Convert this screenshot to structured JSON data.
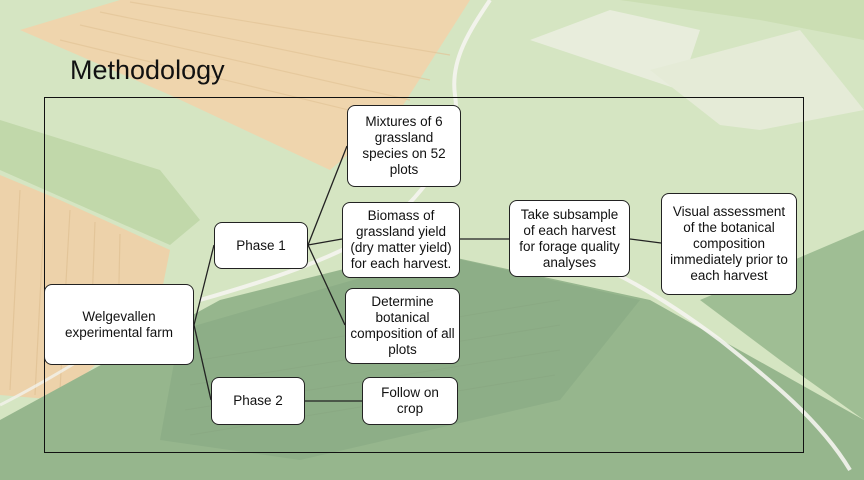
{
  "title": "Methodology",
  "nodes": {
    "root": "Welgevallen experimental farm",
    "phase1": "Phase 1",
    "phase2": "Phase 2",
    "mixtures": "Mixtures of 6 grassland species on 52 plots",
    "biomass": "Biomass of grassland yield (dry matter yield) for each harvest.",
    "botanical": "Determine botanical composition of all plots",
    "subsample": "Take subsample of each harvest for forage quality analyses",
    "visual": "Visual assessment of the botanical composition immediately prior to each harvest",
    "followon": "Follow on crop"
  },
  "colors": {
    "field_light": "#c9ddb0",
    "field_orange": "#e8c48a",
    "field_dark": "#6f9a63",
    "node_fill": "#ffffff",
    "node_border": "#222222",
    "line": "#222222"
  }
}
